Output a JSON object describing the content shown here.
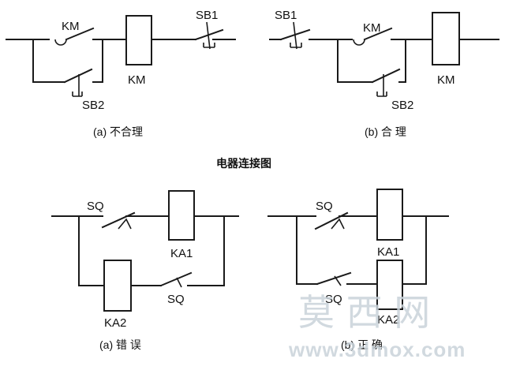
{
  "top_left": {
    "labels": {
      "km_contact": "KM",
      "km_coil": "KM",
      "sb2": "SB2"
    },
    "caption": "(a) 不合理"
  },
  "top_right": {
    "labels": {
      "sb1": "SB1",
      "km_contact": "KM",
      "km_coil": "KM",
      "sb2": "SB2"
    },
    "caption": "(b) 合  理"
  },
  "top_left_extra": {
    "sb1": "SB1"
  },
  "section_title": "电器连接图",
  "bottom_left": {
    "labels": {
      "sq_top": "SQ",
      "ka1": "KA1",
      "ka2": "KA2",
      "sq_bottom": "SQ"
    },
    "caption": "(a) 错 误"
  },
  "bottom_right": {
    "labels": {
      "sq_top": "SQ",
      "ka1": "KA1",
      "sq_bottom": "SQ",
      "ka2": "KA2"
    },
    "caption": "(b) 正 确"
  },
  "watermark": {
    "brand": "莫 西 网",
    "url": "www.3dmox.com"
  }
}
